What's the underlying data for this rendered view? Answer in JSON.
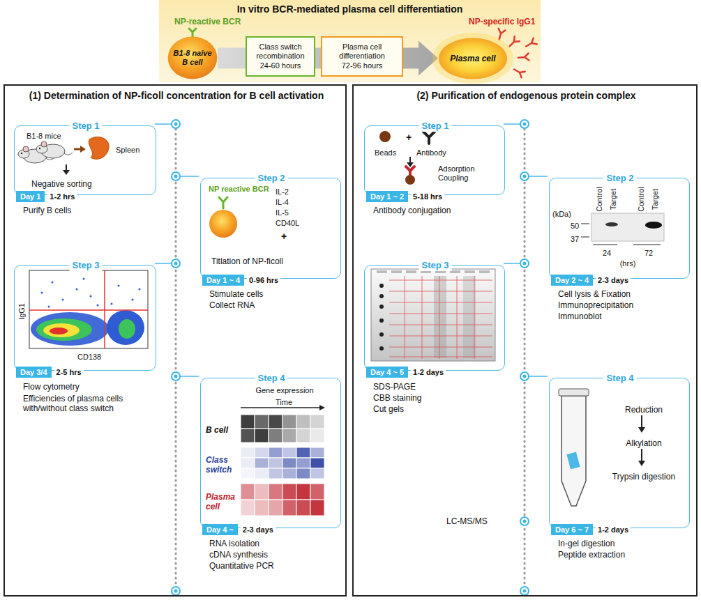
{
  "diagram": {
    "title": "In vitro BCR-mediated plasma cell differentiation",
    "nodes": [
      {
        "text": [
          "B1-8 naive B cell"
        ]
      },
      {
        "text": [
          "Class switch recombination",
          "24-60 hours"
        ]
      },
      {
        "text": [
          "Plasma cell differentiation",
          "72-96 hours"
        ]
      },
      {
        "text": [
          "Plasma cell"
        ]
      },
      {
        "text": [
          "(1) Determination of NP-ficoll concentration for B cell activation"
        ]
      },
      {
        "text": [
          "Step 1",
          "B1-8 mice",
          "Spleen",
          "Negative sorting",
          "Day 1",
          "1-2 hrs",
          "Purify B cells"
        ],
        "in": 4
      },
      {
        "text": [
          "Step 2",
          "NP reactive BCR",
          "IL-2",
          "IL-4",
          "IL-5",
          "CD40L",
          "+",
          "Titlation of NP-ficoll",
          "Day 1 ~ 4",
          "0-96 hrs",
          "Stimulate cells",
          "Collect RNA"
        ],
        "in": 4
      },
      {
        "text": [
          "Step 3",
          "IgG1",
          "CD138",
          "Day 3/4",
          "2-5 hrs",
          "Flow cytometry",
          "Efficiencies of plasma cells with/without class switch"
        ],
        "in": 4
      },
      {
        "text": [
          "Step 4",
          "Gene expression",
          "Time",
          "B cell",
          "Class switch",
          "Plasma cell",
          "Day 4 ~",
          "2-3 days",
          "RNA isolation",
          "cDNA synthesis",
          "Quantitative PCR"
        ],
        "in": 4
      },
      {
        "text": [
          "(2) Purification of endogenous protein complex"
        ]
      },
      {
        "text": [
          "Step 1",
          "Beads",
          "+",
          "Antibody",
          "Adsorption Coupling",
          "Day 1 ~ 2",
          "5-18 hrs",
          "Antibody conjugation"
        ],
        "in": 9
      },
      {
        "text": [
          "Step 2",
          "Control",
          "Target",
          "Control",
          "Target",
          "(kDa)",
          "50",
          "37",
          "24",
          "72",
          "(hrs)",
          "Day 2 ~ 4",
          "2-3 days",
          "Cell lysis & Fixation",
          "Immunoprecipitation",
          "Immunoblot"
        ],
        "in": 9
      },
      {
        "text": [
          "Step 3",
          "Day 4 ~ 5",
          "1-2 days",
          "SDS-PAGE",
          "CBB staining",
          "Cut gels"
        ],
        "in": 9
      },
      {
        "text": [
          "Step 4",
          "Reduction",
          "Alkylation",
          "Trypsin digestion",
          "Day 6 ~ 7",
          "1-2 days",
          "In-gel digestion",
          "Peptide extraction"
        ],
        "in": 9
      }
    ],
    "edges": [
      {
        "from": 0,
        "to": 3,
        "arrow": "to"
      }
    ],
    "labels": [
      "NP-reactive BCR",
      "NP-specific IgG1",
      "LC-MS/MS"
    ]
  }
}
